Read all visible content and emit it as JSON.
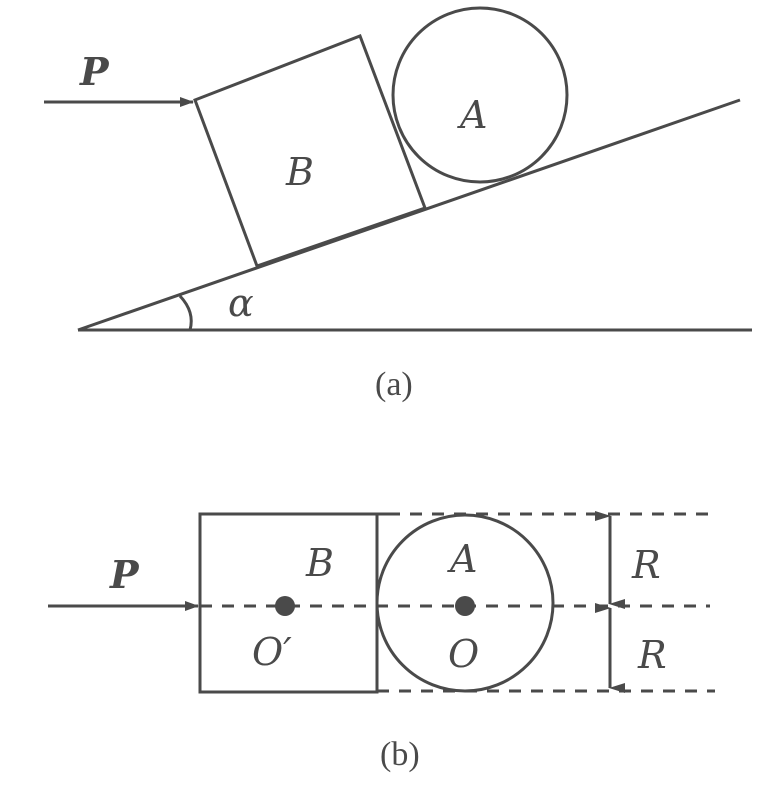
{
  "figure_a": {
    "caption": "(a)",
    "force_label": "P",
    "block_label": "B",
    "ball_label": "A",
    "angle_label": "α"
  },
  "figure_b": {
    "caption": "(b)",
    "force_label": "P",
    "block_label": "B",
    "ball_label": "A",
    "block_center_label": "O′",
    "ball_center_label": "O",
    "radius_label_top": "R",
    "radius_label_bottom": "R"
  }
}
